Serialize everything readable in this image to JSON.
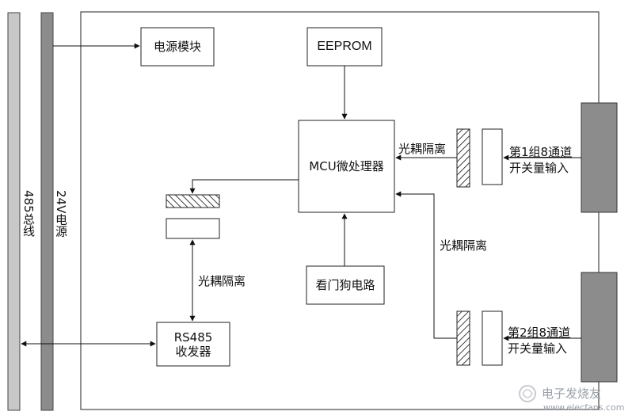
{
  "bus": {
    "label": "485总线"
  },
  "power_rail": {
    "label": "24V电源"
  },
  "blocks": {
    "power_module": "电源模块",
    "eeprom": "EEPROM",
    "mcu": "MCU微处理器",
    "watchdog": "看门狗电路",
    "rs485_line1": "RS485",
    "rs485_line2": "收发器"
  },
  "edge_labels": {
    "isolation_top": "光耦隔离",
    "isolation_mid": "光耦隔离",
    "isolation_left": "光耦隔离"
  },
  "inputs": {
    "group1_line1": "第1组8通道",
    "group1_line2": "开关量输入",
    "group2_line1": "第2组8通道",
    "group2_line2": "开关量输入"
  },
  "watermark": {
    "text": "电子发烧友",
    "url": "www.elecfans.com"
  }
}
